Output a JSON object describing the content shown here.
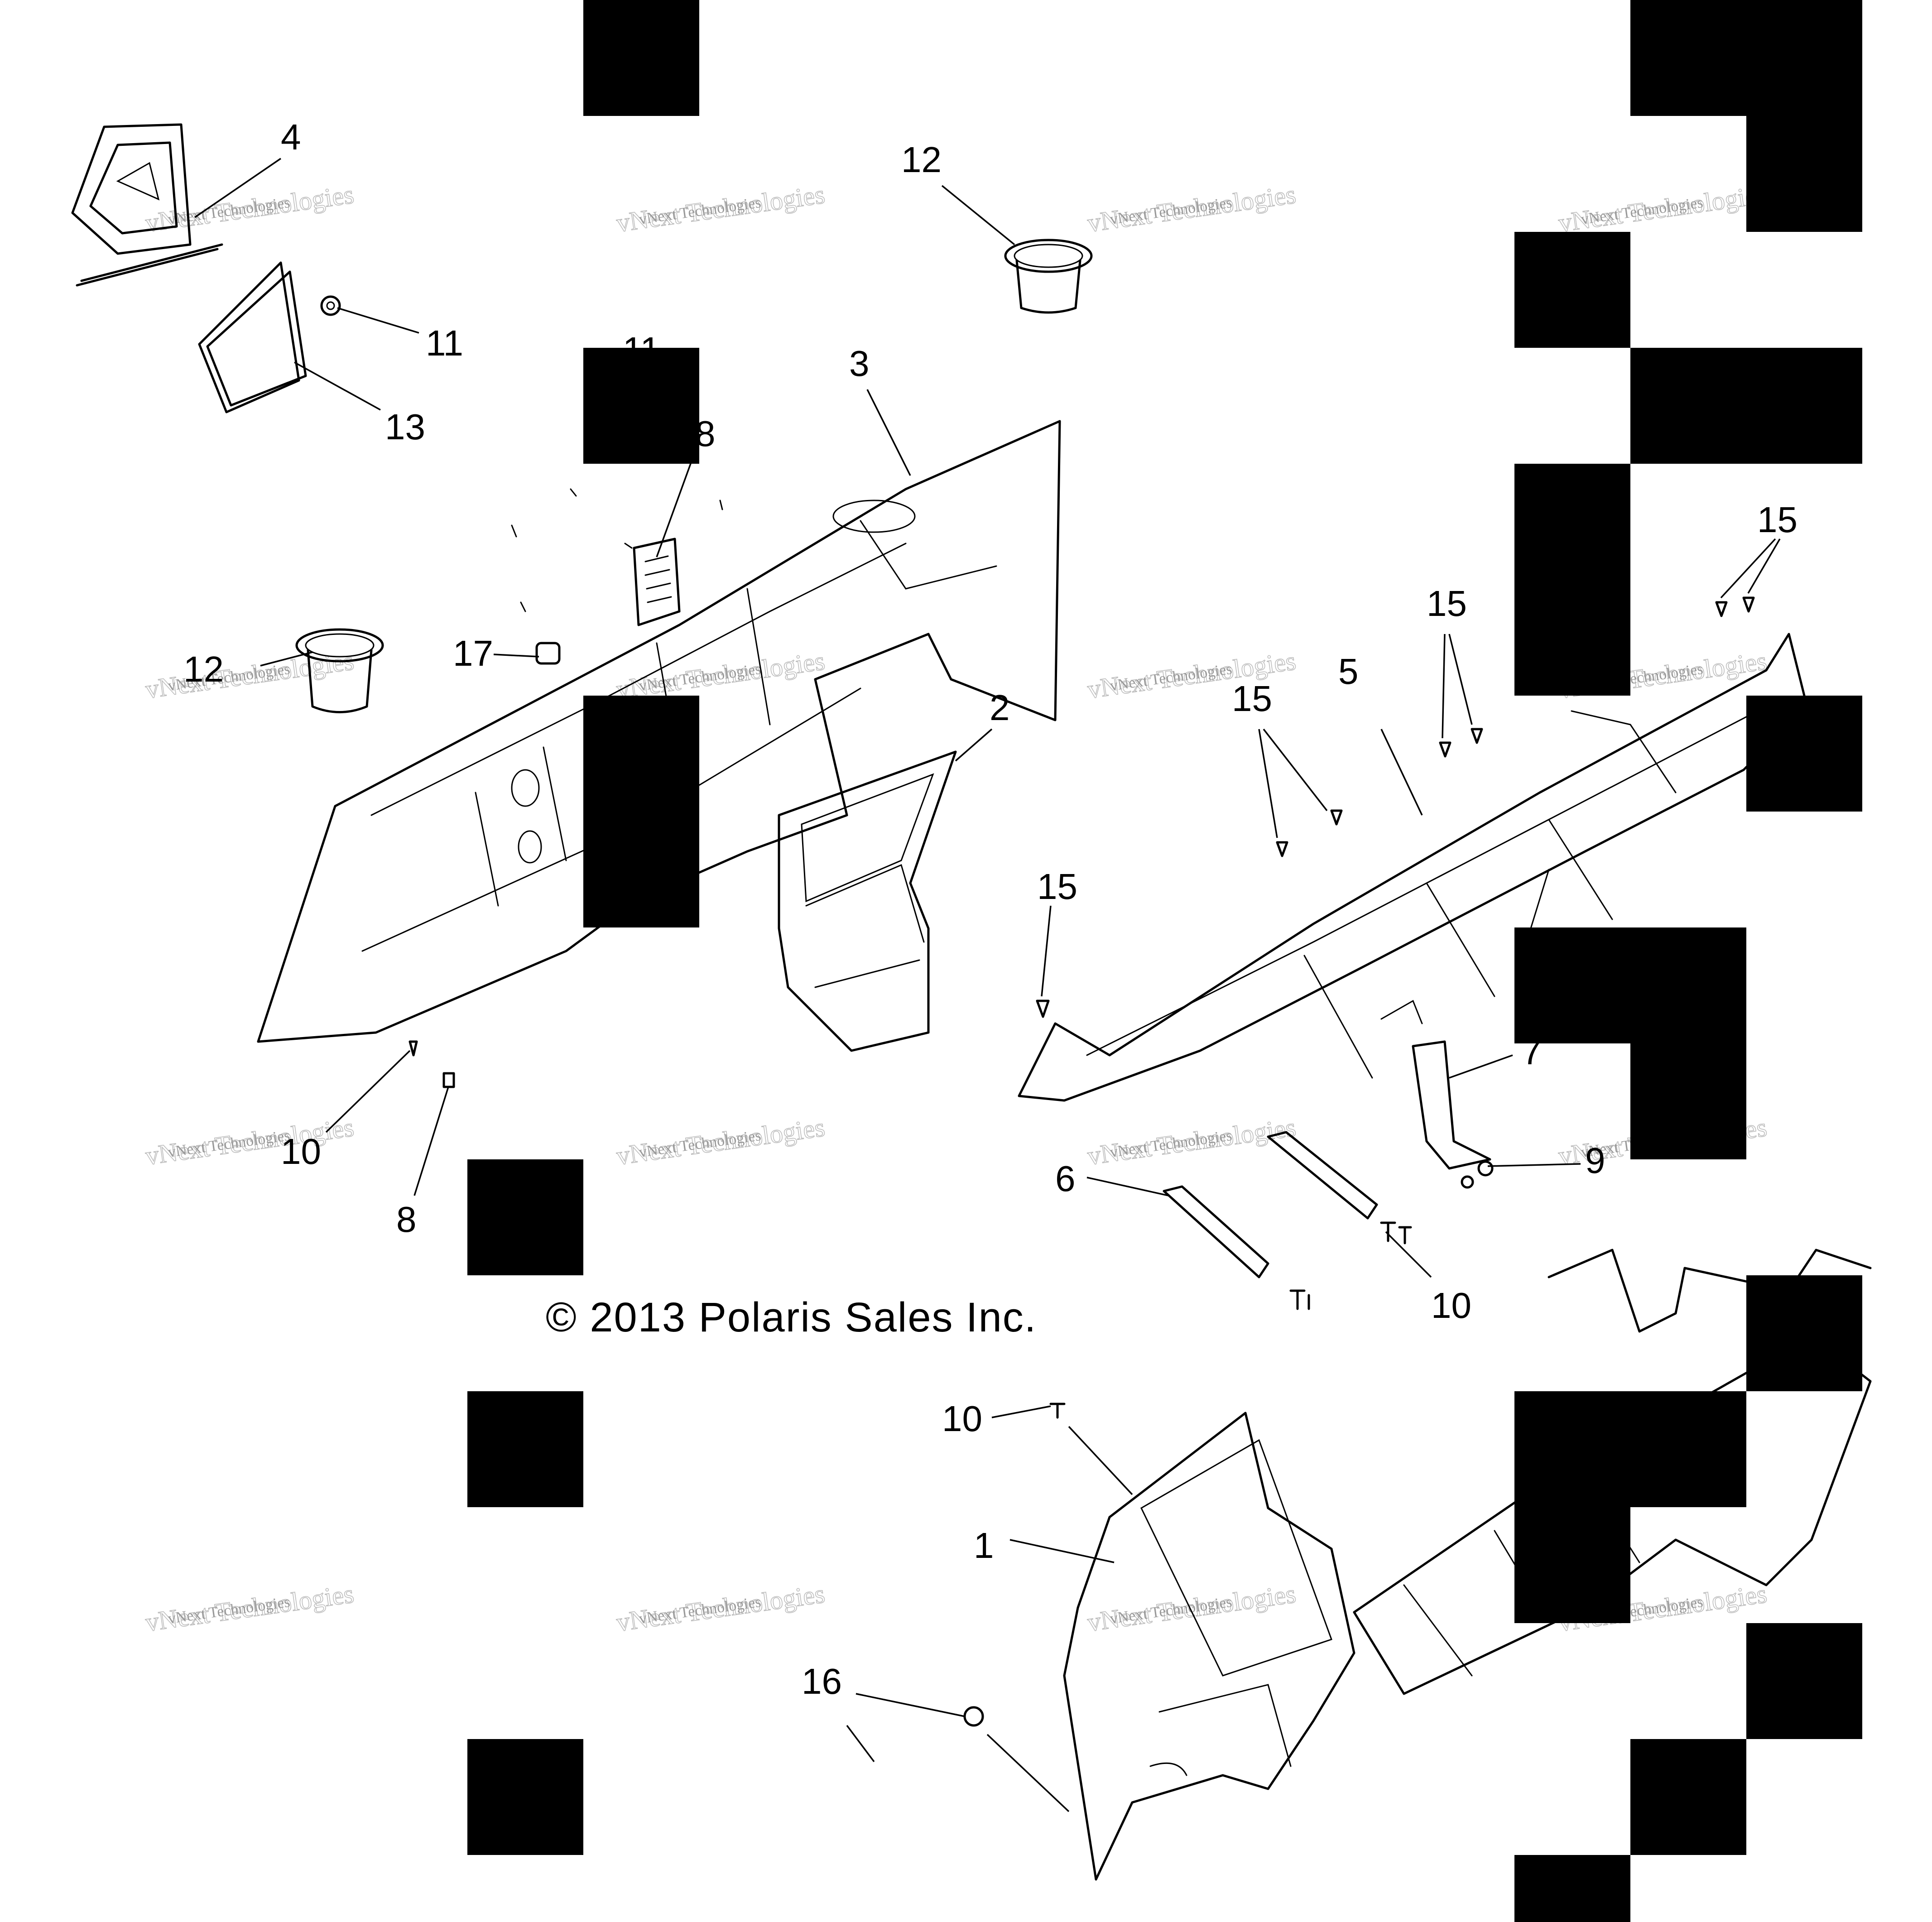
{
  "diagram": {
    "copyright": "© 2013 Polaris Sales Inc.",
    "watermark": {
      "line1": "vNext Technologies",
      "line2": "vNext Technologies"
    },
    "callouts": [
      {
        "id": "c1",
        "label": "1"
      },
      {
        "id": "c2",
        "label": "2"
      },
      {
        "id": "c3",
        "label": "3"
      },
      {
        "id": "c4",
        "label": "4"
      },
      {
        "id": "c5",
        "label": "5"
      },
      {
        "id": "c6",
        "label": "6"
      },
      {
        "id": "c7",
        "label": "7"
      },
      {
        "id": "c8a",
        "label": "8"
      },
      {
        "id": "c8b",
        "label": "8"
      },
      {
        "id": "c9",
        "label": "9"
      },
      {
        "id": "c10a",
        "label": "10"
      },
      {
        "id": "c10b",
        "label": "10"
      },
      {
        "id": "c10c",
        "label": "10"
      },
      {
        "id": "c11a",
        "label": "11"
      },
      {
        "id": "c11b",
        "label": "11"
      },
      {
        "id": "c12a",
        "label": "12"
      },
      {
        "id": "c12b",
        "label": "12"
      },
      {
        "id": "c13",
        "label": "13"
      },
      {
        "id": "c15a",
        "label": "15"
      },
      {
        "id": "c15b",
        "label": "15"
      },
      {
        "id": "c15c",
        "label": "15"
      },
      {
        "id": "c15d",
        "label": "15"
      },
      {
        "id": "c16",
        "label": "16"
      },
      {
        "id": "c17",
        "label": "17"
      }
    ]
  }
}
